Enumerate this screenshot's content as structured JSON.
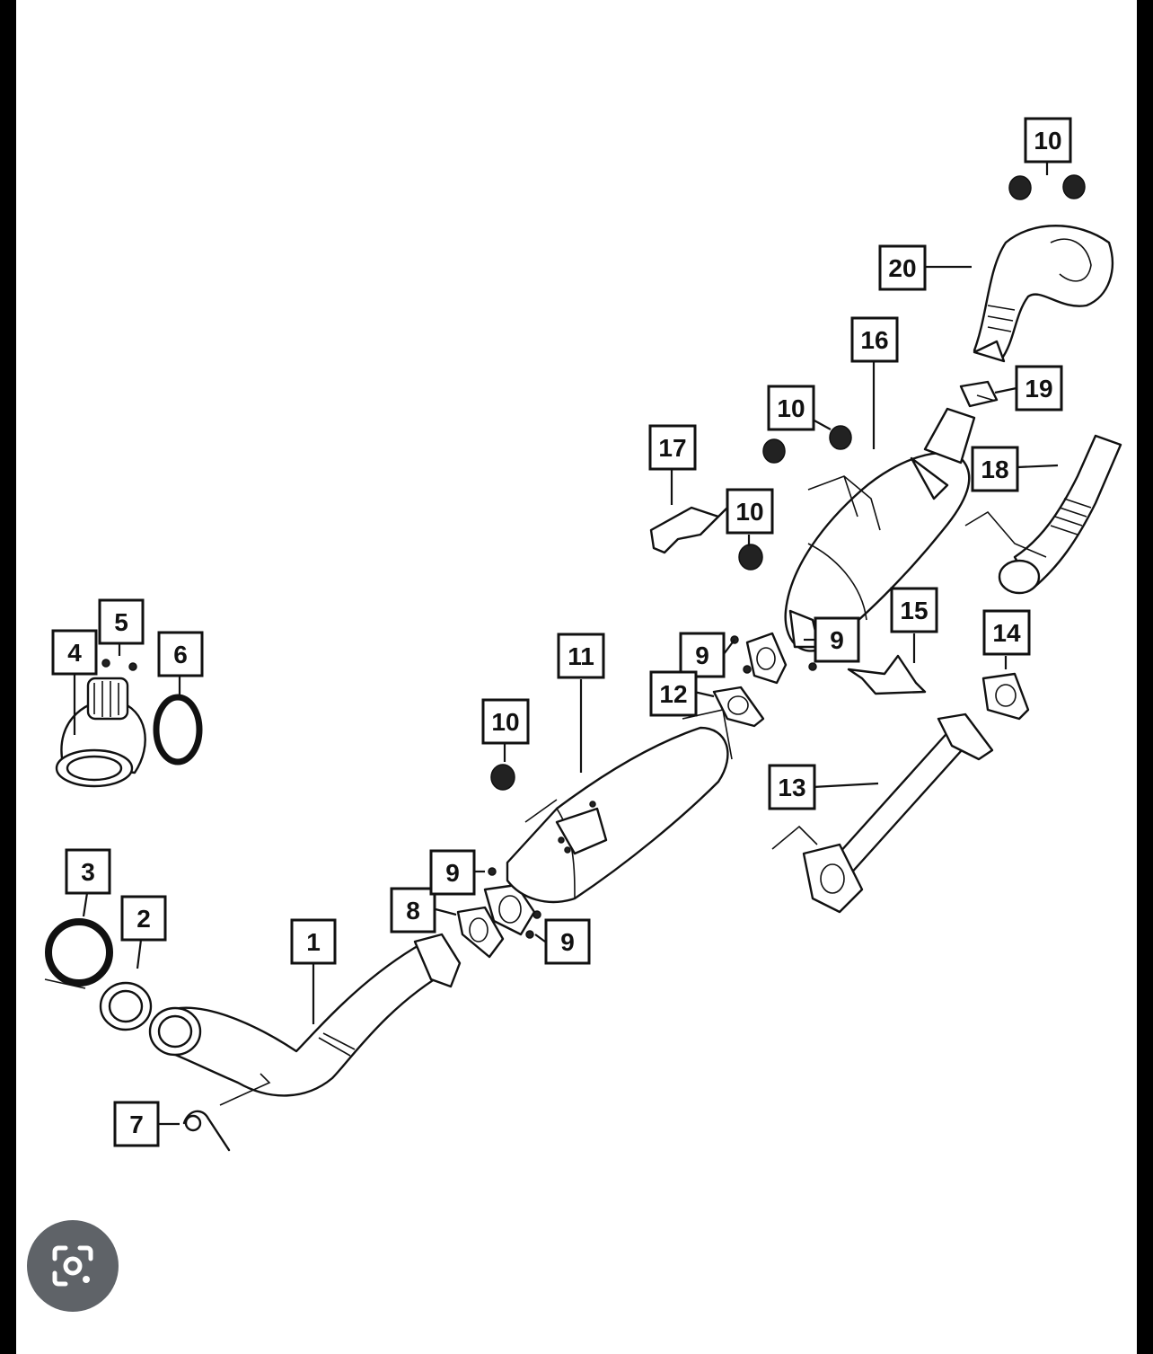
{
  "diagram": {
    "callouts": [
      {
        "id": "c1",
        "text": "1"
      },
      {
        "id": "c2",
        "text": "2"
      },
      {
        "id": "c3",
        "text": "3"
      },
      {
        "id": "c4",
        "text": "4"
      },
      {
        "id": "c5",
        "text": "5"
      },
      {
        "id": "c6",
        "text": "6"
      },
      {
        "id": "c7",
        "text": "7"
      },
      {
        "id": "c8",
        "text": "8"
      },
      {
        "id": "c9a",
        "text": "9"
      },
      {
        "id": "c9b",
        "text": "9"
      },
      {
        "id": "c9c",
        "text": "9"
      },
      {
        "id": "c9d",
        "text": "9"
      },
      {
        "id": "c10a",
        "text": "10"
      },
      {
        "id": "c10b",
        "text": "10"
      },
      {
        "id": "c10c",
        "text": "10"
      },
      {
        "id": "c10d",
        "text": "10"
      },
      {
        "id": "c11",
        "text": "11"
      },
      {
        "id": "c12",
        "text": "12"
      },
      {
        "id": "c13",
        "text": "13"
      },
      {
        "id": "c14",
        "text": "14"
      },
      {
        "id": "c15",
        "text": "15"
      },
      {
        "id": "c16",
        "text": "16"
      },
      {
        "id": "c17",
        "text": "17"
      },
      {
        "id": "c18",
        "text": "18"
      },
      {
        "id": "c19",
        "text": "19"
      },
      {
        "id": "c20",
        "text": "20"
      }
    ]
  },
  "overlay": {
    "lens_icon": "lens-search-icon",
    "lens_button_bg": "#5f6368"
  }
}
